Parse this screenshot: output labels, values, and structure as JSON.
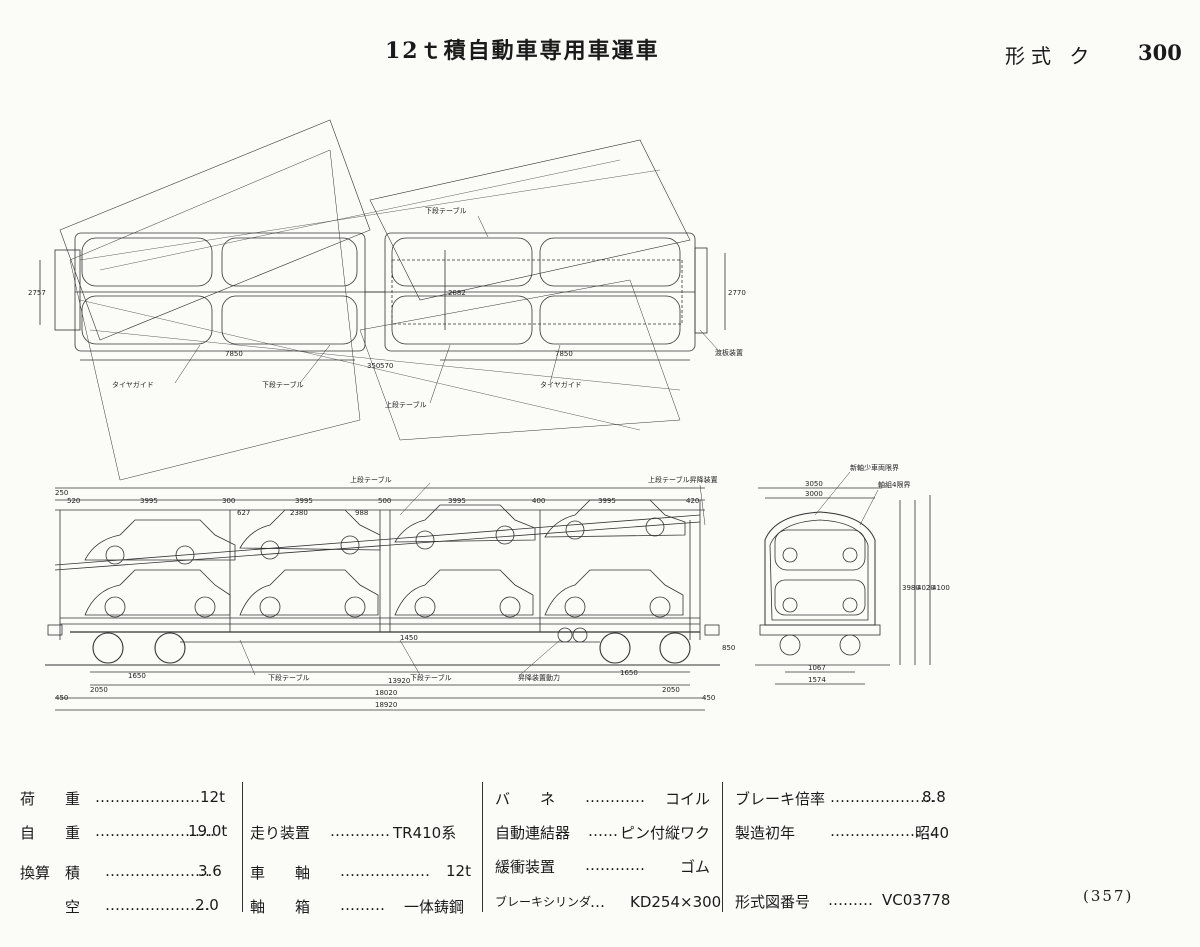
{
  "header": {
    "title": "12ｔ積自動車専用車運車",
    "form_label": "形式 ク",
    "form_number": "300"
  },
  "plan_labels": {
    "lower_table_top": "下段テーブル",
    "tire_guide_left": "タイヤガイド",
    "lower_table_left": "下段テーブル",
    "upper_table": "上段テーブル",
    "tire_guide_right": "タイヤガイド",
    "coupler_device": "渡板装置",
    "dim_7850_left": "7850",
    "dim_7850_right": "7850",
    "dim_350": "350",
    "dim_570": "570",
    "dim_2757": "2757",
    "dim_2770": "2770",
    "dim_2882": "2882"
  },
  "side_labels": {
    "upper_table": "上段テーブル",
    "lift_device": "上段テーブル昇降装置",
    "lower_table_left": "下段テーブル",
    "lower_table_right": "下段テーブル",
    "lift_power": "昇降装置動力",
    "dim_250": "250",
    "dim_520": "520",
    "dim_3995_1": "3995",
    "dim_300": "300",
    "dim_3995_2": "3995",
    "dim_500": "500",
    "dim_3995_3": "3995",
    "dim_400": "400",
    "dim_3995_4": "3995",
    "dim_420": "420",
    "dim_627": "627",
    "dim_2380": "2380",
    "dim_988": "988",
    "dim_1450": "1450",
    "dim_1650_left": "1650",
    "dim_1650_right": "1650",
    "dim_13920": "13920",
    "dim_2050_left": "2050",
    "dim_2050_right": "2050",
    "dim_18020": "18020",
    "dim_18920": "18920",
    "dim_450_left": "450",
    "dim_450_right": "450",
    "dim_850": "850"
  },
  "end_labels": {
    "gauge_small": "新軸少車両限界",
    "gauge_4": "軸組4限界",
    "dim_3050": "3050",
    "dim_3000": "3000",
    "dim_3980": "3980",
    "dim_4020": "4020",
    "dim_4100": "4100",
    "dim_1067": "1067",
    "dim_1574": "1574"
  },
  "specs": {
    "col1": [
      {
        "key": "荷　　重",
        "value": "12t"
      },
      {
        "key": "自　　重",
        "value": "19.0t"
      },
      {
        "key": "換算　積",
        "value": "3.6"
      },
      {
        "key": "　　　空",
        "value": "2.0"
      }
    ],
    "col2": [
      {
        "key": "走り装置",
        "value": "TR410系"
      },
      {
        "key": "車　　軸",
        "value": "12t"
      },
      {
        "key": "軸　　箱",
        "value": "一体鋳鋼"
      }
    ],
    "col3": [
      {
        "key": "バ　　ネ",
        "value": "コイル"
      },
      {
        "key": "自動連結器",
        "value": "ピン付縦ワク"
      },
      {
        "key": "緩衝装置",
        "value": "ゴム"
      },
      {
        "key": "ブレーキシリンダ",
        "value": "KD254×300"
      }
    ],
    "col4": [
      {
        "key": "ブレーキ倍率",
        "value": "8.8"
      },
      {
        "key": "製造初年",
        "value": "昭40"
      },
      {
        "key": "形式図番号",
        "value": "VC03778"
      }
    ]
  },
  "page_number": "(357)"
}
